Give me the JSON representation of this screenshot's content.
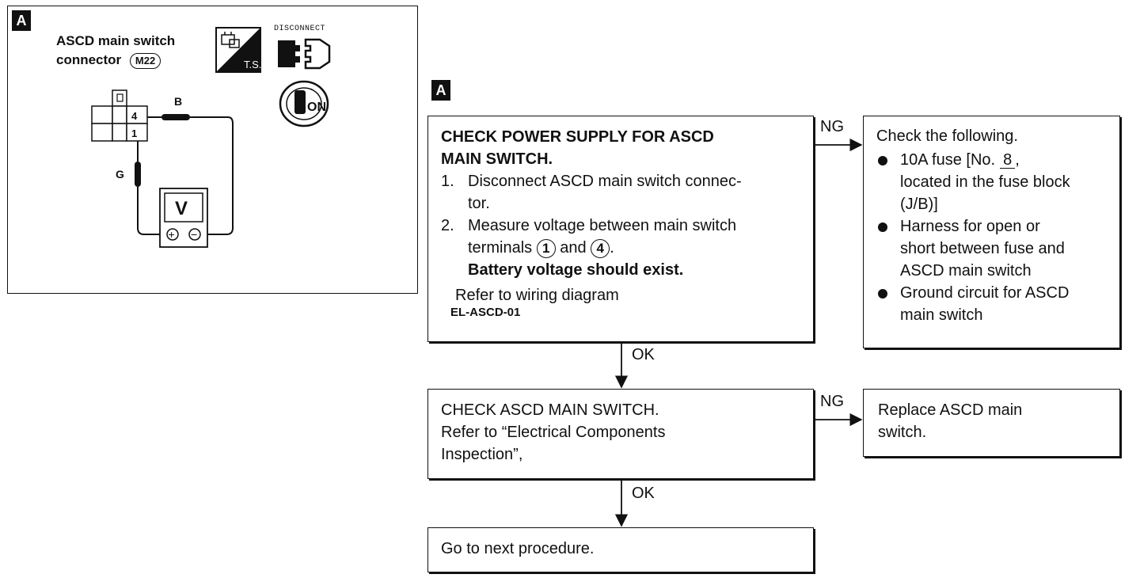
{
  "left_panel": {
    "badge": "A",
    "connector_title_line1": "ASCD main switch",
    "connector_title_line2": "connector",
    "connector_id": "M22",
    "ts_label": "T.S.",
    "disconnect_label": "DISCONNECT",
    "key_label": "ON",
    "terminal_top": "4",
    "terminal_bottom": "1",
    "wire_color_top": "B",
    "wire_color_side": "G",
    "meter_label": "V",
    "meter_plus": "+",
    "meter_minus": "−"
  },
  "flow": {
    "badge": "A",
    "step1": {
      "title_line1": "CHECK POWER SUPPLY FOR ASCD",
      "title_line2": "MAIN SWITCH.",
      "items": [
        {
          "num": "1.",
          "line1": "Disconnect ASCD main switch connec-",
          "line2": "tor."
        },
        {
          "num": "2.",
          "line1": "Measure voltage between main switch",
          "line2_prefix": "terminals",
          "term_a": "1",
          "line2_mid": "and",
          "term_b": "4",
          "line2_suffix": ".",
          "line3": "Battery voltage should exist."
        }
      ],
      "ref_line": "Refer to wiring diagram",
      "ref_code": "EL-ASCD-01"
    },
    "ng1_label": "NG",
    "ng1_box": {
      "title": "Check the following.",
      "fuse_prefix": "10A fuse [No.",
      "fuse_number": "8",
      "fuse_suffix": ",",
      "fuse_line2": "located in the fuse block",
      "fuse_line3": "(J/B)]",
      "harness_line1": "Harness for open or",
      "harness_line2": "short between fuse and",
      "harness_line3": "ASCD main switch",
      "ground_line1": "Ground circuit for ASCD",
      "ground_line2": "main switch"
    },
    "ok1_label": "OK",
    "step2": {
      "line1": "CHECK ASCD MAIN SWITCH.",
      "line2": "Refer to “Electrical Components",
      "line3": "Inspection”,"
    },
    "ng2_label": "NG",
    "ng2_box": {
      "line1": "Replace ASCD main",
      "line2": "switch."
    },
    "ok2_label": "OK",
    "step3": {
      "line1": "Go to next procedure."
    }
  }
}
